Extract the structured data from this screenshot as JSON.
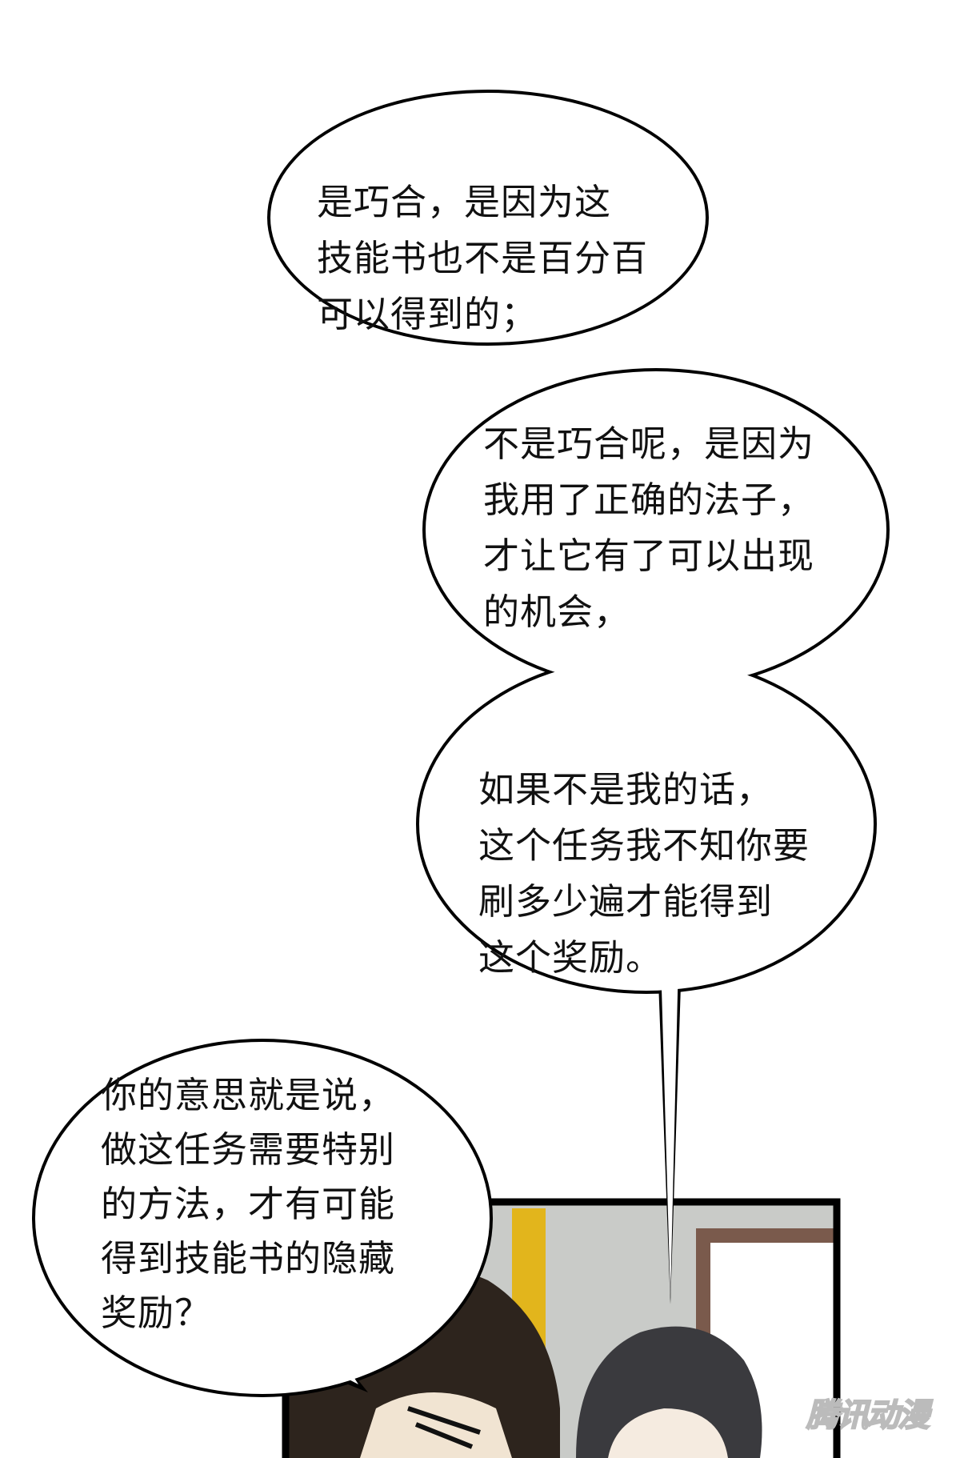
{
  "bubbles": [
    {
      "lines": [
        "是巧合，是因为这",
        "技能书也不是百分百",
        "可以得到的；"
      ]
    },
    {
      "lines": [
        "不是巧合呢，是因为",
        "我用了正确的法子，",
        "才让它有了可以出现",
        "的机会，"
      ]
    },
    {
      "lines": [
        "如果不是我的话，",
        "这个任务我不知你要",
        "刷多少遍才能得到",
        "这个奖励。"
      ]
    },
    {
      "lines": [
        "你的意思就是说，",
        "做这任务需要特别",
        "的方法，才有可能",
        "得到技能书的隐藏",
        "奖励？"
      ]
    }
  ],
  "watermark": "腾讯动漫",
  "colors": {
    "ink": "#111111",
    "panel_bg": "#c9cbc8",
    "stripe": "#e2b51c",
    "door": "#7a5a4c",
    "hair_dark": "#2d241d",
    "hair_gray": "#3a3a3e"
  }
}
